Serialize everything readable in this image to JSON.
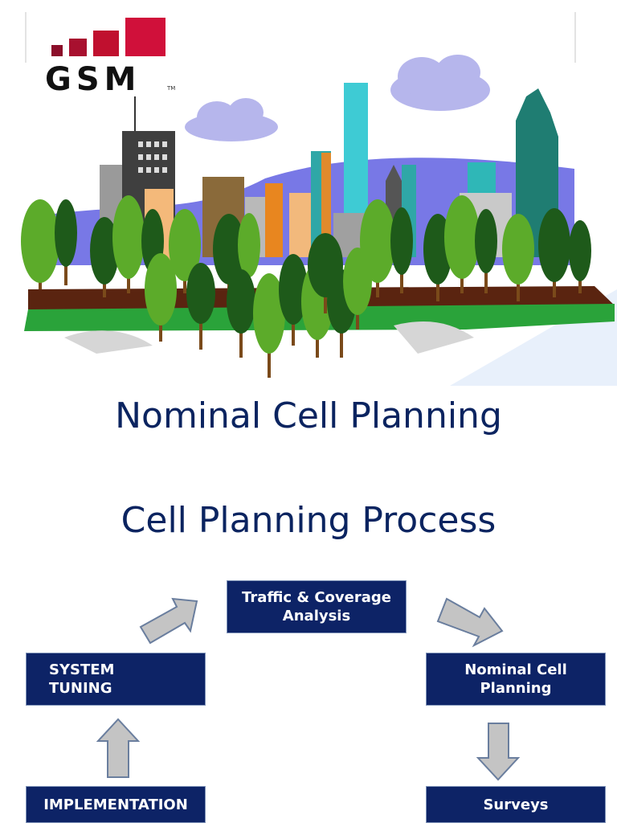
{
  "logo": {
    "text": "GSM",
    "tm": "TM"
  },
  "titles": {
    "main": "Nominal Cell Planning",
    "section": "Cell Planning Process"
  },
  "process": {
    "traffic_coverage": "Traffic & Coverage Analysis",
    "nominal_cell_planning": "Nominal Cell Planning",
    "system_tuning": "SYSTEM TUNING",
    "surveys": "Surveys",
    "implementation": "IMPLEMENTATION"
  },
  "colors": {
    "box_fill": "#0d2366",
    "title_text": "#0b2460",
    "arrow_fill": "#c4c4c4",
    "logo_red": "#d0103a"
  }
}
